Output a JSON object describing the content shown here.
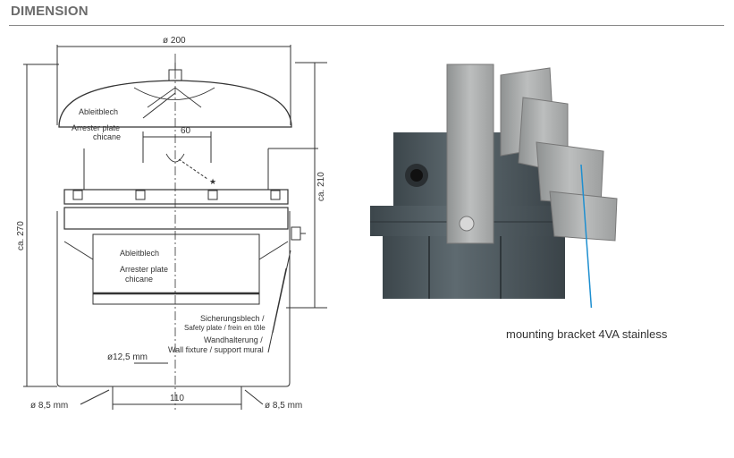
{
  "section": {
    "title": "DIMENSION"
  },
  "drawing": {
    "dims": {
      "width_top": "ø 200",
      "inner": "60",
      "height_total": "ca. 270",
      "height_upper": "ca. 210",
      "bolt_spacing": "110",
      "hole_left": "ø 8,5 mm",
      "hole_right": "ø 8,5 mm",
      "drain": "ø12,5 mm"
    },
    "labels": {
      "ableitblech_top": "Ableitblech",
      "arrester_top_1": "Arrester plate",
      "arrester_top_2": "chicane",
      "star": "★",
      "ableitblech_mid": "Ableitblech",
      "arrester_mid_1": "Arrester plate",
      "arrester_mid_2": "chicane",
      "safety_1": "Sicherungsblech /",
      "safety_2": "Safety plate / frein en tôle",
      "wall_1": "Wandhalterung /",
      "wall_2": "Wall fixture / support mural"
    }
  },
  "photo": {
    "caption": "mounting bracket 4VA stainless",
    "colors": {
      "housing": "#4f5a60",
      "bracket": "#a9abab",
      "pointer": "#1e8fd0"
    }
  }
}
